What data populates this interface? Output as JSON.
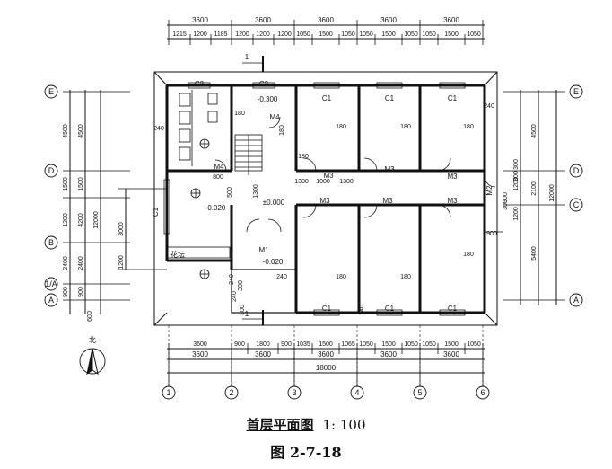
{
  "title": "首层平面图",
  "scale": "1: 100",
  "figure_label": "图 2-7-18",
  "axes_x": [
    "1",
    "2",
    "3",
    "4",
    "5",
    "6"
  ],
  "axes_y": [
    "E",
    "D",
    "C",
    "B",
    "1/A",
    "A"
  ],
  "top_dims_row1": [
    "3600",
    "3600",
    "3600",
    "3600",
    "3600"
  ],
  "top_dims_row2": [
    "1215",
    "1200",
    "1185",
    "1200",
    "1200",
    "1200",
    "1050",
    "1500",
    "1050",
    "1050",
    "1500",
    "1050",
    "1050",
    "1500",
    "1050"
  ],
  "bottom_dims_row1": [
    "3600",
    "900",
    "1800",
    "900",
    "1035",
    "1500",
    "1065",
    "1050",
    "1500",
    "1050",
    "1050",
    "1500",
    "1050"
  ],
  "bottom_dims_row2": [
    "3600",
    "3600",
    "3600",
    "3600",
    "3600"
  ],
  "bottom_total": "18000",
  "left_dims_outer": [
    "4500",
    "1500",
    "4200",
    "3000",
    "2400",
    "900",
    "600"
  ],
  "left_dims_mid": [
    "4500",
    "1500",
    "1200",
    "2400",
    "900"
  ],
  "left_total": "12000",
  "left_extra": "1200",
  "right_dims_outer": [
    "4500",
    "2100",
    "5400"
  ],
  "right_dims_inner": [
    "300",
    "1200",
    "300",
    "300",
    "1200",
    "300"
  ],
  "right_total": "12000",
  "right_extra": "900",
  "windows": [
    "C1",
    "C2",
    "C2",
    "C1",
    "C1",
    "C1",
    "C1",
    "C1",
    "C1"
  ],
  "doors": [
    "M1",
    "M2",
    "M3",
    "M3",
    "M3",
    "M3",
    "M3",
    "M3",
    "M4",
    "M4"
  ],
  "elevations": [
    "-0.300",
    "±0.000",
    "-0.020",
    "-0.020"
  ],
  "room_dims": [
    "180",
    "180",
    "180",
    "180",
    "180",
    "180",
    "180",
    "180",
    "180",
    "240",
    "240",
    "240",
    "240",
    "240",
    "240",
    "800",
    "500",
    "1300",
    "1300",
    "1000",
    "1300",
    "900",
    "300",
    "300"
  ],
  "flower_bed": "花坛",
  "north": "北",
  "section_mark": "1"
}
